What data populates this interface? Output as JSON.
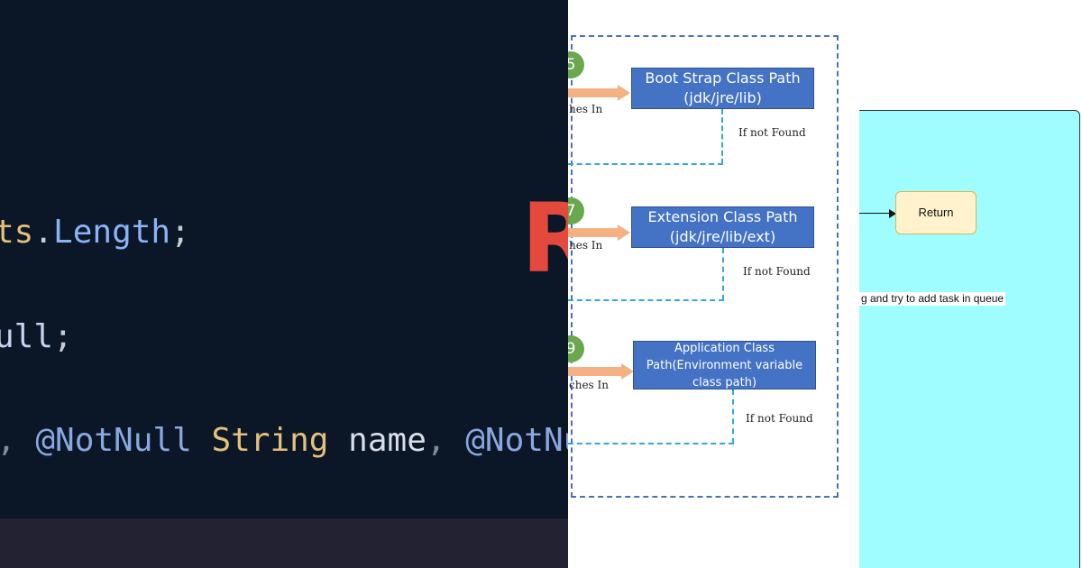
{
  "code_panel": {
    "line1": {
      "ident": "ts",
      "dot": ".",
      "prop": "Length",
      "semi": ";"
    },
    "line2": {
      "keyword": "ull",
      "semi": ";"
    },
    "line3": {
      "lead": ", ",
      "annot1": "@NotNull",
      "type": "String",
      "param": "name",
      "comma": ",",
      "annot2": "@NotNull"
    },
    "brand_letter": "R",
    "colors": {
      "background": "#0b1626",
      "footer": "#222232",
      "brand": "#e4493d"
    }
  },
  "diagram": {
    "steps": [
      {
        "number": "5",
        "side_label": "hes In",
        "box_lines": [
          "Boot Strap Class Path",
          "(jdk/jre/lib)"
        ],
        "not_found": "If not Found"
      },
      {
        "number": "7",
        "side_label": "hes In",
        "box_lines": [
          "Extension Class Path",
          "(jdk/jre/lib/ext)"
        ],
        "not_found": "If not Found"
      },
      {
        "number": "9",
        "side_label": "ches In",
        "box_lines": [
          "Application Class",
          "Path(Environment variable",
          "class path)"
        ],
        "not_found": "If not Found"
      }
    ],
    "colors": {
      "box": "#4472c4",
      "circle": "#6aa84f",
      "arrow": "#f4b183",
      "dashed": "#35a7d6",
      "frame": "#4a72b8"
    }
  },
  "flowchart": {
    "return_label": "Return",
    "caption": "g and try to add task in queue",
    "colors": {
      "region": "#9ffcff",
      "node_fill": "#fff2cc",
      "node_border": "#d6b656"
    }
  }
}
